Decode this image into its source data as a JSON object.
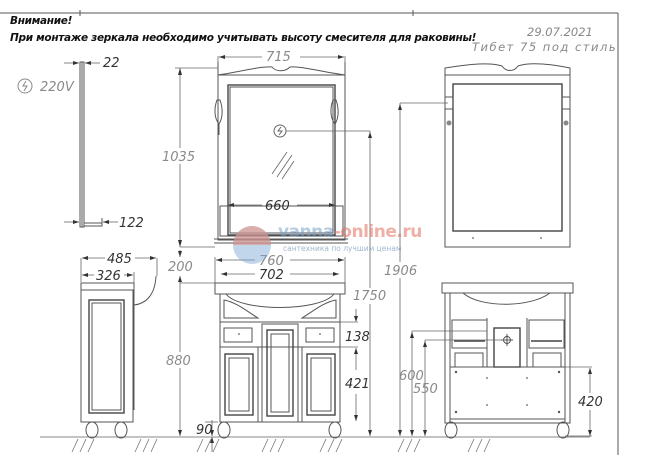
{
  "notes": {
    "heading": "Внимание!",
    "warning": "При монтаже зеркала необходимо учитывать высоту смесителя для раковины!"
  },
  "stamp": {
    "date": "29.07.2021",
    "model": "Тибет 75 под стиль"
  },
  "watermark": {
    "brand_prefix": "vanna",
    "brand_suffix": "-online.ru",
    "tagline": "сантехника по лучшим ценам"
  },
  "mirror_side_view": {
    "power_label": "220V",
    "power_icon": "electric-outlet-icon",
    "depth_top": "22",
    "depth_shelf": "122"
  },
  "mirror_front_view": {
    "width_top": "715",
    "height": "1035",
    "shelf_width": "660",
    "outlet_icon": "electric-outlet-icon"
  },
  "vanity_side_view": {
    "depth_total": "485",
    "depth_cabinet": "326"
  },
  "vanity_front_view": {
    "gap_to_mirror": "200",
    "width_sink": "760",
    "width_cabinet": "702",
    "height_cabinet": "880",
    "height_outlet": "1750",
    "drawer_height": "138",
    "door_height": "421",
    "leg_height": "90",
    "total_height": "1906"
  },
  "vanity_rear_view": {
    "pipe_height_upper": "600",
    "pipe_height_lower": "550",
    "panel_height": "420"
  }
}
